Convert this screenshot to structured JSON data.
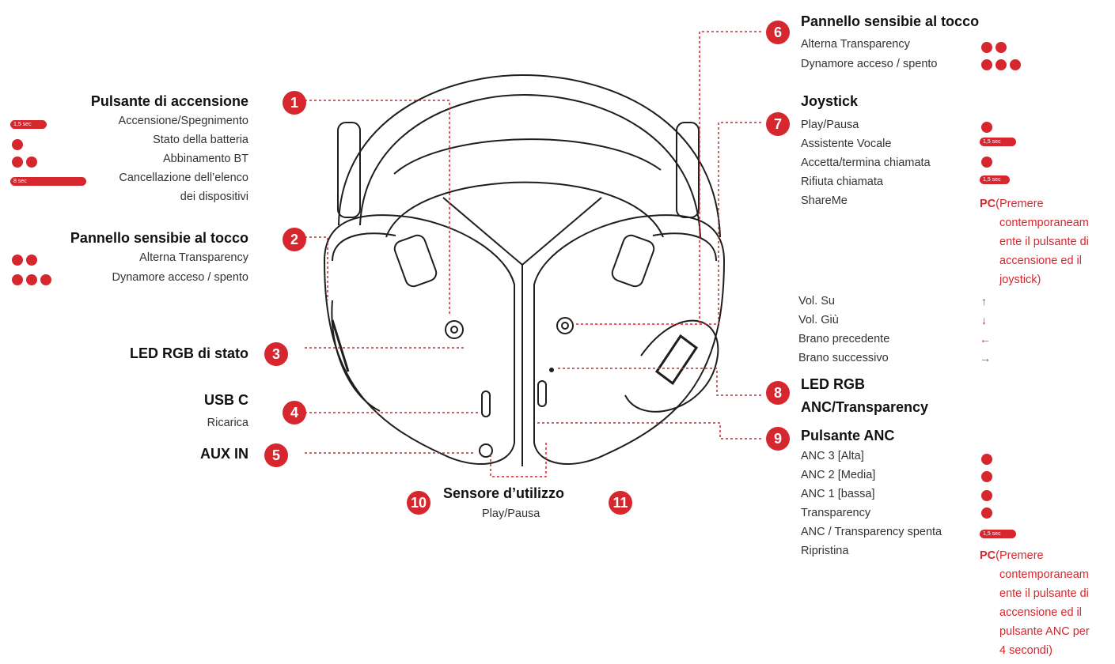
{
  "left": {
    "power": {
      "num": "1",
      "title": "Pulsante di accensione",
      "items": [
        "Accensione/Spegnimento",
        "Stato della batteria",
        "Abbinamento BT",
        "Cancellazione dell’elenco",
        "dei dispositivi"
      ],
      "pill_15": "1,5 sec",
      "pill_8": "8 sec"
    },
    "touch": {
      "num": "2",
      "title": "Pannello sensibie al tocco",
      "items": [
        "Alterna Transparency",
        "Dynamore acceso / spento"
      ]
    },
    "led": {
      "num": "3",
      "title": "LED RGB di stato"
    },
    "usb": {
      "num": "4",
      "title": "USB C",
      "sub": "Ricarica"
    },
    "aux": {
      "num": "5",
      "title": "AUX IN"
    }
  },
  "bottom": {
    "num_a": "10",
    "num_b": "11",
    "title": "Sensore d’utilizzo",
    "sub": "Play/Pausa"
  },
  "right": {
    "touch": {
      "num": "6",
      "title": "Pannello sensibie al tocco",
      "items": [
        "Alterna Transparency",
        "Dynamore acceso / spento"
      ]
    },
    "joystick": {
      "num": "7",
      "title": "Joystick",
      "items": [
        "Play/Pausa",
        "Assistente Vocale",
        "Accetta/termina chiamata",
        "Rifiuta chiamata",
        "ShareMe"
      ],
      "pill": "1,5 sec",
      "pc": "PC",
      "pc_note": [
        "(Premere",
        "contemporaneam",
        "ente il pulsante di",
        "accensione ed il",
        "joystick)"
      ],
      "volume": [
        "Vol. Su",
        "Vol. Giù",
        "Brano precedente",
        "Brano successivo"
      ],
      "arrows": [
        "↑",
        "↓",
        "←",
        "→"
      ]
    },
    "led": {
      "num": "8",
      "title_1": "LED RGB",
      "title_2": "ANC/Transparency"
    },
    "anc": {
      "num": "9",
      "title": "Pulsante ANC",
      "items": [
        "ANC 3 [Alta]",
        "ANC 2 [Media]",
        "ANC 1 [bassa]",
        "Transparency",
        "ANC / Transparency spenta",
        "Ripristina"
      ],
      "pill": "1,5 sec",
      "pc": "PC",
      "pc_note": [
        "(Premere",
        "contemporaneam",
        "ente il pulsante di",
        "accensione ed il",
        "pulsante ANC per",
        "4 secondi)"
      ]
    }
  },
  "colors": {
    "accent": "#d6262e",
    "line": "#222222"
  }
}
